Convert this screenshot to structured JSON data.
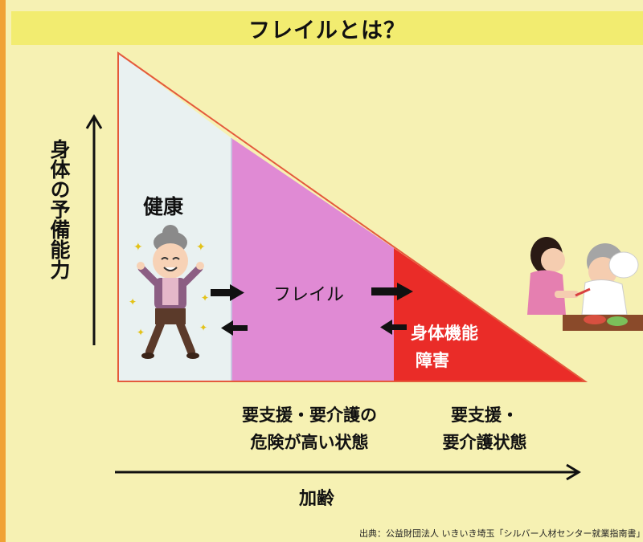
{
  "title": "フレイルとは？",
  "y_axis_label": "身体の予備能力",
  "x_axis_label": "加齢",
  "stages": {
    "healthy": "健康",
    "frailty": "フレイル",
    "disability_line1": "身体機能",
    "disability_line2": "障害"
  },
  "bands": {
    "frail_line1": "要支援・要介護の",
    "frail_line2": "危険が高い状態",
    "care_line1": "要支援・",
    "care_line2": "要介護状態"
  },
  "source": "出典：公益財団法人 いきいき埼玉「シルバー人材センター就業指南書」",
  "colors": {
    "background": "#f6f1b3",
    "title_bar": "#f2ec70",
    "healthy_zone": "#e9f1f1",
    "frailty_zone": "#e08ad4",
    "disability_zone": "#ea2c28",
    "outline": "#e45a3c",
    "accent_strip": "#f0a235"
  }
}
